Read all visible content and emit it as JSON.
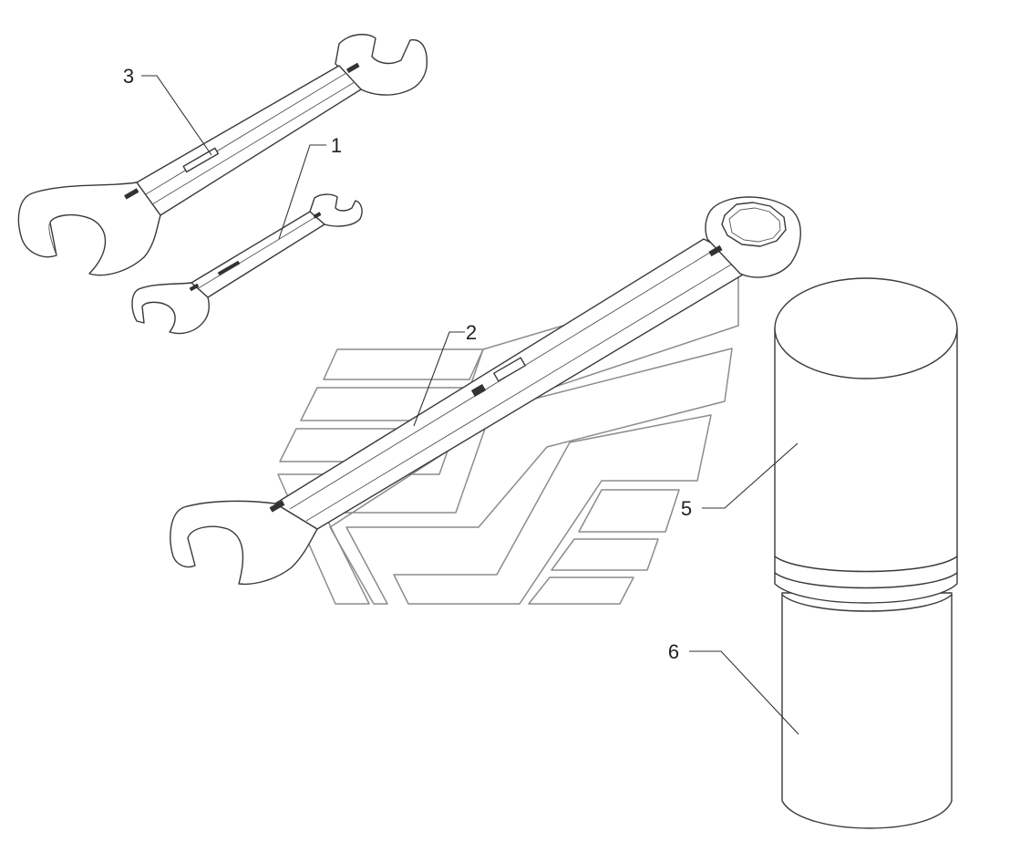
{
  "diagram": {
    "callouts": [
      {
        "id": "1",
        "label": "1"
      },
      {
        "id": "2",
        "label": "2"
      },
      {
        "id": "3",
        "label": "3"
      },
      {
        "id": "5",
        "label": "5"
      },
      {
        "id": "6",
        "label": "6"
      }
    ],
    "colors": {
      "line": "#3a3a3a",
      "logo_outline": "#8c8c8c",
      "background": "#ffffff"
    }
  }
}
